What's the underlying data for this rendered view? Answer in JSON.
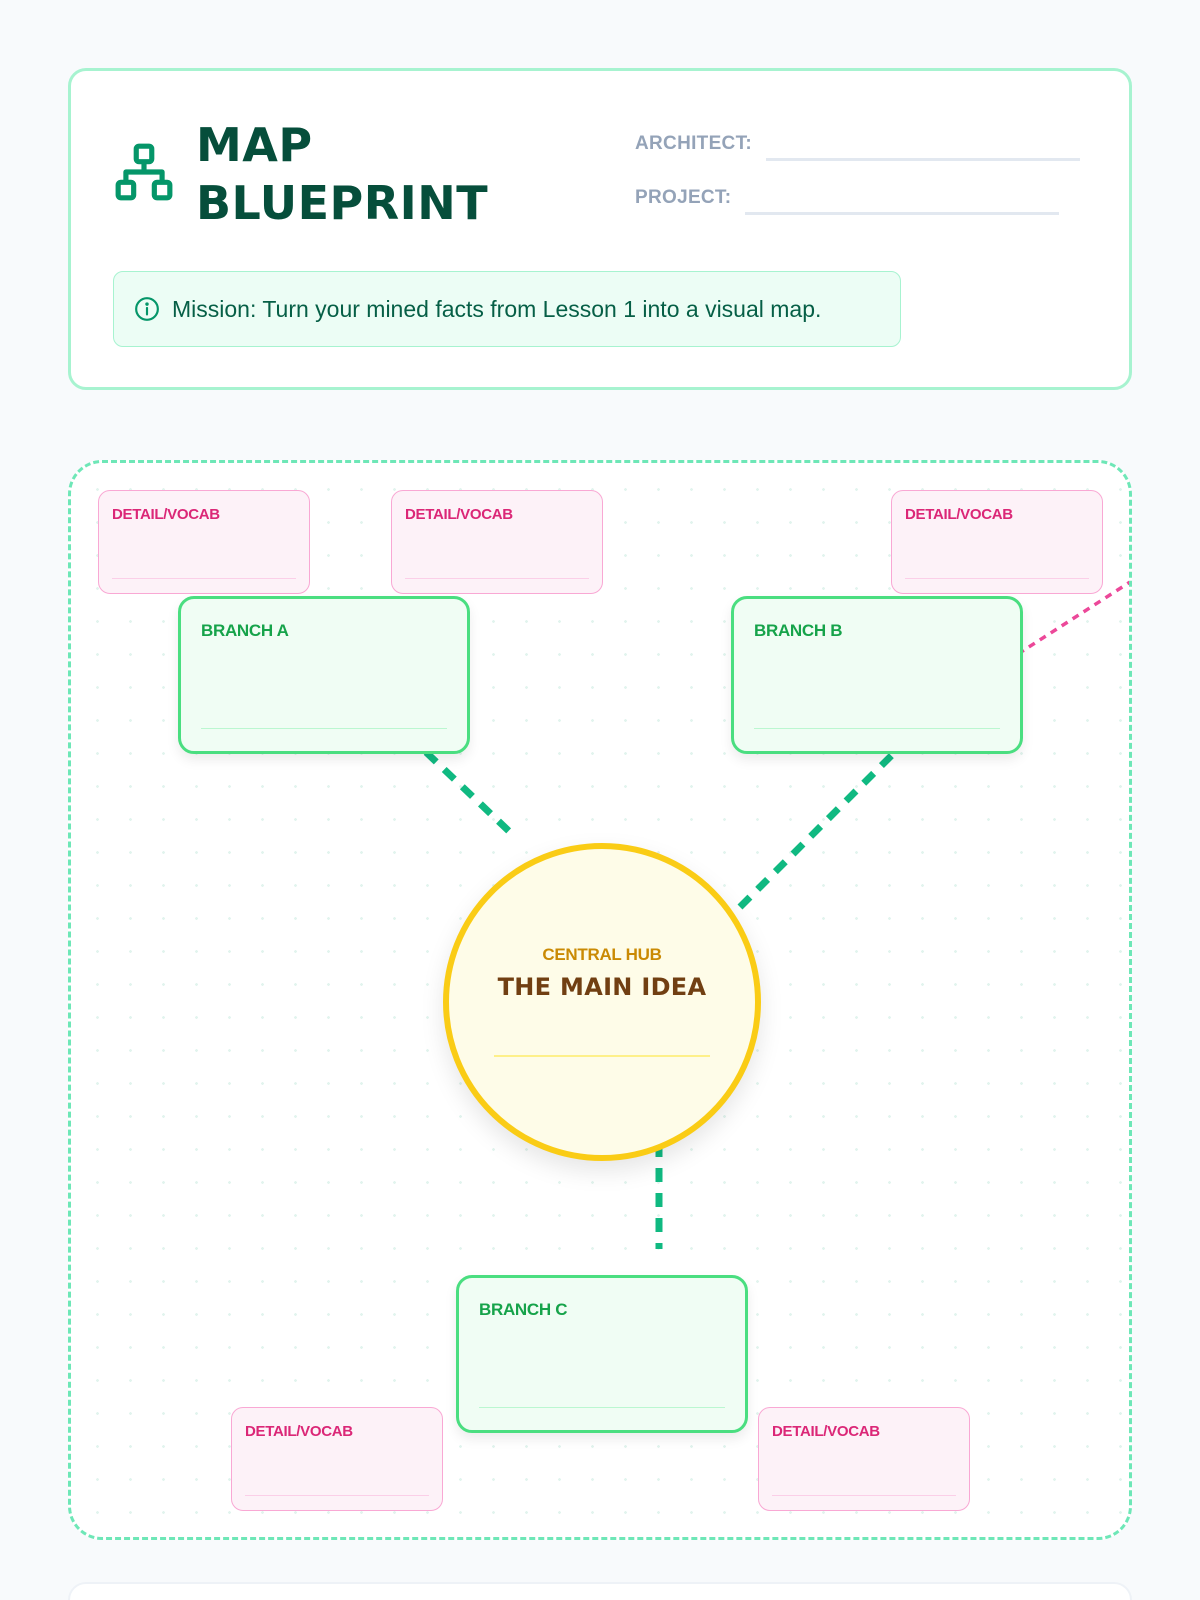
{
  "header": {
    "title_line1": "MAP",
    "title_line2": "BLUEPRINT",
    "icon": "sitemap-icon",
    "fields": {
      "architect_label": "ARCHITECT:",
      "architect_value": "",
      "project_label": "PROJECT:",
      "project_value": ""
    },
    "mission": {
      "icon": "info-icon",
      "text": "Mission: Turn your mined facts from Lesson 1 into a visual map."
    }
  },
  "map": {
    "hub": {
      "kicker": "CENTRAL HUB",
      "title": "THE MAIN IDEA",
      "value": ""
    },
    "branches": [
      {
        "label": "BRANCH A",
        "value": ""
      },
      {
        "label": "BRANCH B",
        "value": ""
      },
      {
        "label": "BRANCH C",
        "value": ""
      }
    ],
    "details": [
      {
        "label": "DETAIL/VOCAB",
        "value": "",
        "branch": "A"
      },
      {
        "label": "DETAIL/VOCAB",
        "value": "",
        "branch": "A"
      },
      {
        "label": "DETAIL/VOCAB",
        "value": "",
        "branch": "B"
      },
      {
        "label": "DETAIL/VOCAB",
        "value": "",
        "branch": "C"
      },
      {
        "label": "DETAIL/VOCAB",
        "value": "",
        "branch": "C"
      }
    ]
  },
  "colors": {
    "accent": "#10b981",
    "title": "#064e3b",
    "branch": "#4ade80",
    "detail": "#db2777",
    "hub": "#facc15"
  }
}
